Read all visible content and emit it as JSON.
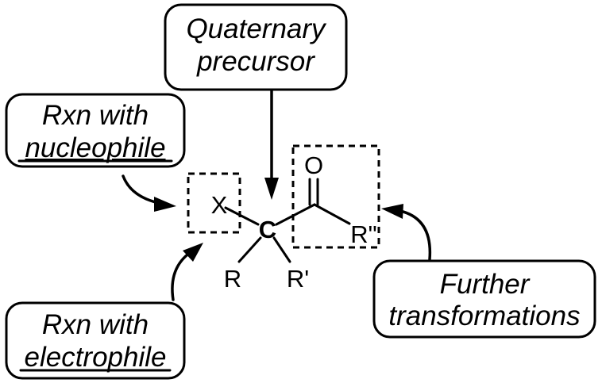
{
  "labels": {
    "quaternary": {
      "line1": "Quaternary",
      "line2": "precursor"
    },
    "nucleophile": {
      "line1": "Rxn with",
      "line2": "nucleophile"
    },
    "electrophile": {
      "line1": "Rxn with",
      "line2": "electrophile"
    },
    "further": {
      "line1": "Further",
      "line2": "transformations"
    }
  },
  "molecule": {
    "leaving_group": "X",
    "center": "C",
    "carbonyl_oxygen": "O",
    "sub_left": "R",
    "sub_right": "R'",
    "sub_ketone": "R\""
  }
}
